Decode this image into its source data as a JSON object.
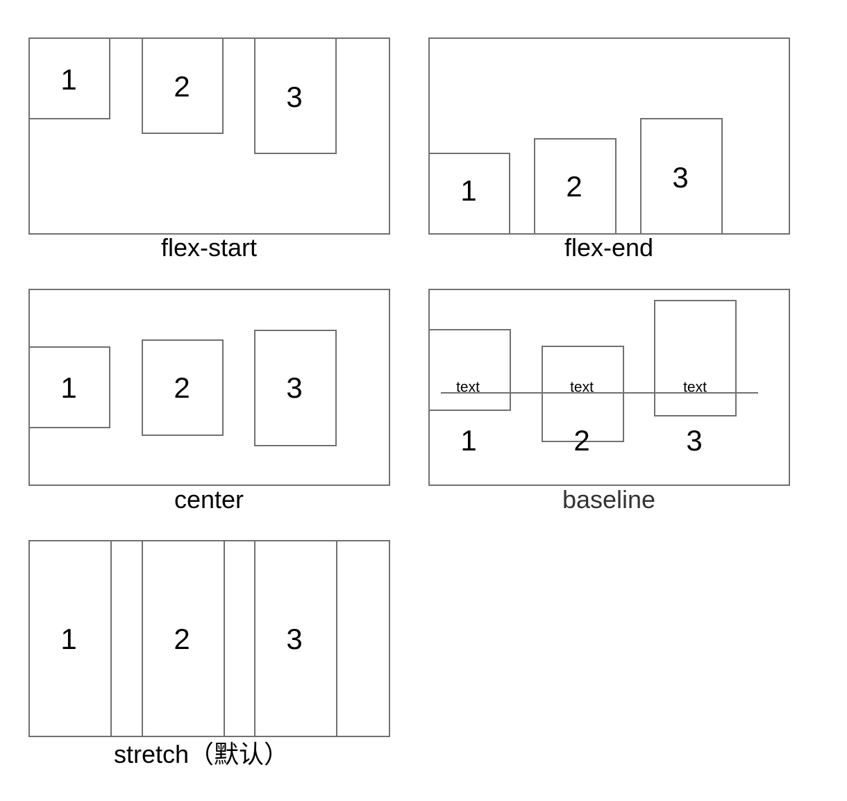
{
  "panels": {
    "flex_start": {
      "caption": "flex-start",
      "items": [
        "1",
        "2",
        "3"
      ]
    },
    "flex_end": {
      "caption": "flex-end",
      "items": [
        "1",
        "2",
        "3"
      ]
    },
    "center": {
      "caption": "center",
      "items": [
        "1",
        "2",
        "3"
      ]
    },
    "baseline": {
      "caption": "baseline",
      "items": [
        "1",
        "2",
        "3"
      ],
      "inner_text": [
        "text",
        "text",
        "text"
      ]
    },
    "stretch": {
      "caption": "stretch（默认）",
      "items": [
        "1",
        "2",
        "3"
      ]
    }
  }
}
